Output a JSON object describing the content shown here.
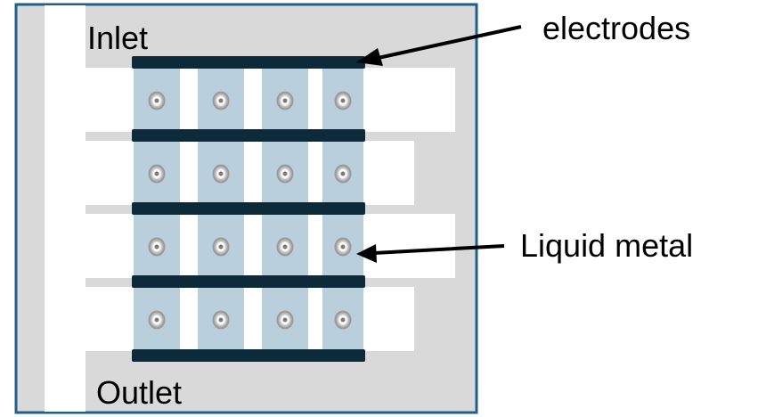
{
  "labels": {
    "inlet": "Inlet",
    "outlet": "Outlet",
    "electrodes": "electrodes",
    "liquid_metal": "Liquid metal"
  },
  "colors": {
    "chip_border": "#1f5f8b",
    "channel_fill": "#d9d9d9",
    "cell_fill": "#b9cfdb",
    "electrode_fill": "#0d2a3a",
    "droplet_outer": "#8a8a8a",
    "droplet_highlight": "#ffffff",
    "arrow": "#000000"
  },
  "icons": {
    "droplet": "liquid-metal-droplet-icon",
    "arrow": "pointer-arrow-icon"
  }
}
